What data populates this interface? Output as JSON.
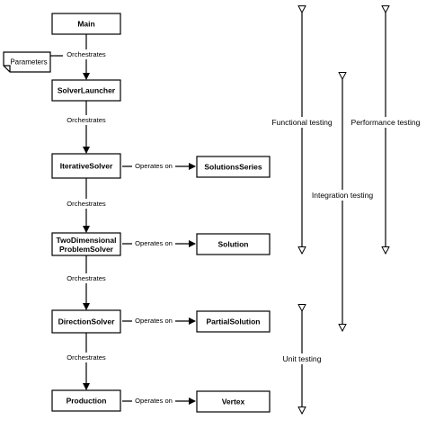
{
  "nodes": {
    "main": "Main",
    "parameters": "Parameters",
    "solver_launcher": "SolverLauncher",
    "iterative_solver": "IterativeSolver",
    "two_dimensional_line1": "TwoDimensional",
    "two_dimensional_line2": "ProblemSolver",
    "direction_solver": "DirectionSolver",
    "production": "Production",
    "solutions_series": "SolutionsSeries",
    "solution": "Solution",
    "partial_solution": "PartialSolution",
    "vertex": "Vertex"
  },
  "edges": {
    "orchestrates_1": "Orchestrates",
    "orchestrates_2": "Orchestrates",
    "orchestrates_3": "Orchestrates",
    "orchestrates_4": "Orchestrates",
    "orchestrates_5": "Orchestrates",
    "operates_on_1": "Operates on",
    "operates_on_2": "Operates on",
    "operates_on_3": "Operates on",
    "operates_on_4": "Operates on"
  },
  "testing": {
    "functional": "Functional testing",
    "performance": "Performance testing",
    "integration": "Integration testing",
    "unit": "Unit testing"
  }
}
